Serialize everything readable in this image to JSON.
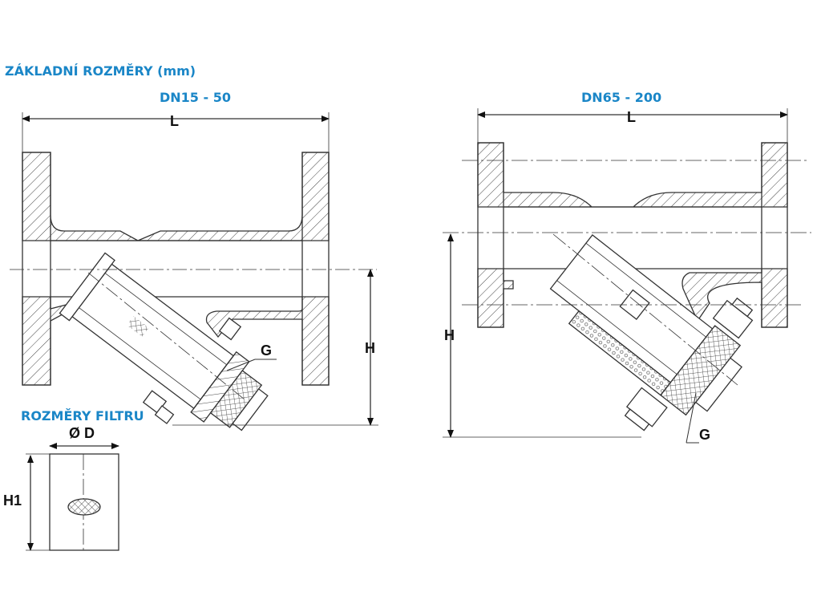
{
  "title": "ZÁKLADNÍ ROZMĚRY (mm)",
  "drawing_small": {
    "title": "DN15 - 50",
    "label_L": "L",
    "label_H": "H",
    "label_G": "G"
  },
  "drawing_large": {
    "title": "DN65 - 200",
    "label_L": "L",
    "label_H": "H",
    "label_G": "G"
  },
  "filter": {
    "title": "ROZMĚRY FILTRU",
    "label_D": "Ø D",
    "label_H1": "H1"
  },
  "colors": {
    "heading": "#1a86c7",
    "line": "#333333",
    "background": "#ffffff"
  }
}
